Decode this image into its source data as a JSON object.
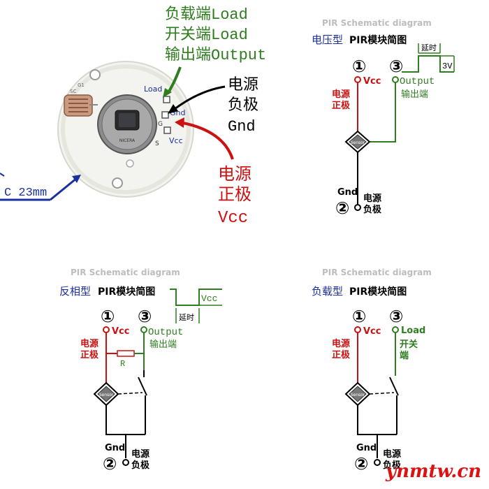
{
  "colors": {
    "red": "#cc1111",
    "green": "#2e7d1e",
    "blue": "#1a2fa0",
    "black": "#000000",
    "title_gray": "#bdbdbd",
    "watermark_red": "#dd1111",
    "board": "#f2f2ee"
  },
  "photo_panel": {
    "ann_green": [
      "负载端Load",
      "开关端Load",
      "输出端Output"
    ],
    "ann_black": [
      "电源",
      "负极",
      "Gnd"
    ],
    "ann_red": [
      "电源",
      "正极",
      "Vcc"
    ],
    "diameter": "C 23mm",
    "board_label_load": "Load",
    "board_label_gnd": "Gnd",
    "board_label_vcc": "Vcc",
    "board_label_s": "S",
    "board_label_g": "G",
    "board_label_sc": "SC",
    "board_label_g1": "G1",
    "sensor_text": "NICERA"
  },
  "voltage_panel": {
    "title": "PIR Schematic diagram",
    "type_label": "电压型",
    "heading": "PIR模块简图",
    "pin1": "①",
    "pin3": "③",
    "pin2": "②",
    "vcc": "Vcc",
    "output": "Output",
    "output_cn": "输出端",
    "delay": "延时",
    "level": "3V",
    "vcc_cn": [
      "电源",
      "正极"
    ],
    "gnd": "Gnd",
    "gnd_cn": [
      "电源",
      "负极"
    ],
    "sensor": "Sensor"
  },
  "inverse_panel": {
    "title": "PIR Schematic diagram",
    "type_label": "反相型",
    "heading": "PIR模块简图",
    "pin1": "①",
    "pin3": "③",
    "pin2": "②",
    "vcc": "Vcc",
    "output": "Output",
    "output_cn": "输出端",
    "delay": "延时",
    "level": "Vcc",
    "resistor": "R",
    "vcc_cn": [
      "电源",
      "正极"
    ],
    "gnd": "Gnd",
    "gnd_cn": [
      "电源",
      "负极"
    ],
    "sensor": "Sensor"
  },
  "load_panel": {
    "title": "PIR Schematic diagram",
    "type_label": "负载型",
    "heading": "PIR模块简图",
    "pin1": "①",
    "pin3": "③",
    "pin2": "②",
    "vcc": "Vcc",
    "load": "Load",
    "switch_cn": [
      "开关",
      "端"
    ],
    "vcc_cn": [
      "电源",
      "正极"
    ],
    "gnd": "Gnd",
    "gnd_cn": [
      "电源",
      "负极"
    ],
    "sensor": "Sensor"
  },
  "watermark": "ynmtw.cn"
}
